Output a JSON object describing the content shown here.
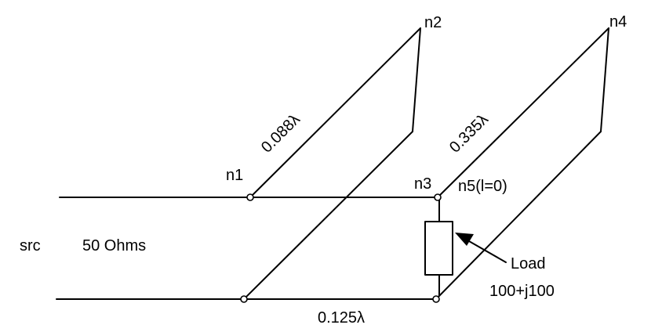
{
  "diagram": {
    "source": {
      "label": "src",
      "impedance_label": "50 Ohms"
    },
    "nodes": {
      "n1": "n1",
      "n2": "n2",
      "n3": "n3",
      "n4": "n4",
      "n5": "n5(l=0)"
    },
    "stubs": {
      "stub1_length": "0.088λ",
      "stub2_length": "0.335λ"
    },
    "line_segment_length": "0.125λ",
    "load": {
      "label": "Load",
      "value": "100+j100"
    }
  },
  "colors": {
    "line": "#000000",
    "background": "#ffffff"
  }
}
